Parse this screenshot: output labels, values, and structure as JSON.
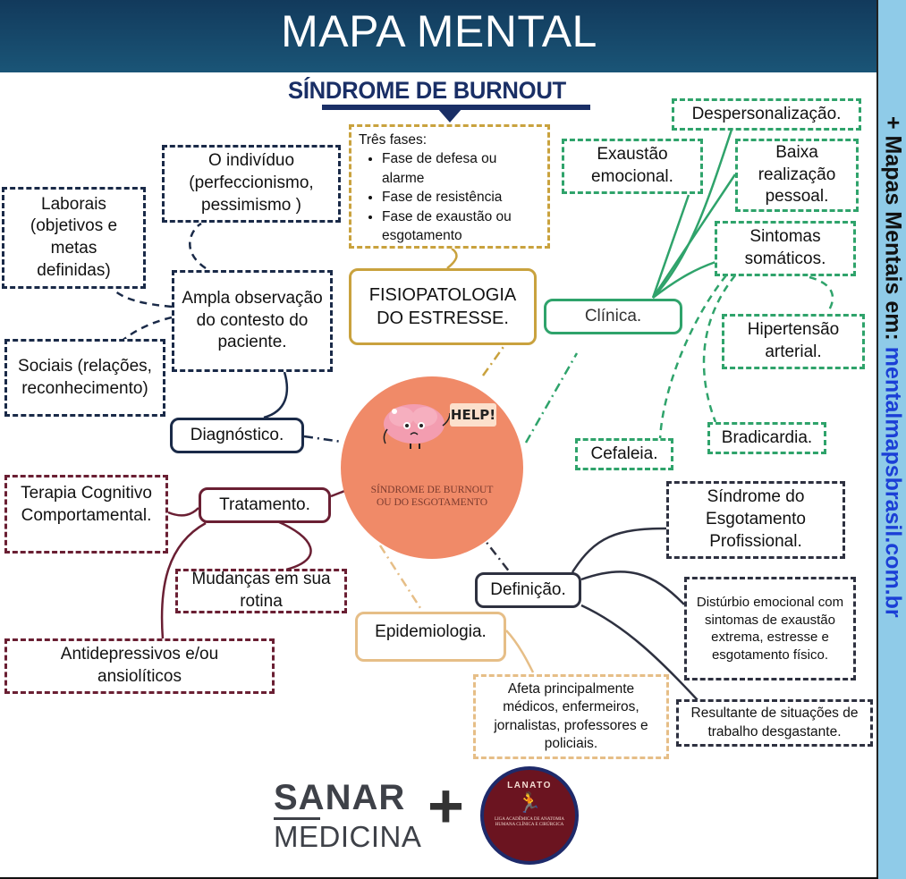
{
  "header": {
    "title": "MAPA MENTAL"
  },
  "subtitle": "SÍNDROME DE BURNOUT",
  "sidebar": {
    "prefix": "+ Mapas Mentais em: ",
    "url": "mentalmapsbrasil.com.br"
  },
  "center": {
    "help_sign": "HELP!",
    "label_line1": "SÍNDROME DE BURNOUT",
    "label_line2": "OU DO ESGOTAMENTO"
  },
  "branches": {
    "fisiopatologia": {
      "label": "FISIOPATOLOGIA DO ESTRESSE.",
      "phases": {
        "title": "Três fases:",
        "items": [
          "Fase de defesa ou alarme",
          "Fase de resistência",
          "Fase de exaustão ou esgotamento"
        ]
      }
    },
    "clinica": {
      "label": "Clínica.",
      "children": {
        "exaustao": "Exaustão emocional.",
        "despersonalizacao": "Despersonalização.",
        "baixa_realizacao": "Baixa realização pessoal.",
        "sintomas": "Sintomas somáticos.",
        "hipertensao": "Hipertensão arterial.",
        "cefaleia": "Cefaleia.",
        "bradicardia": "Bradicardia."
      }
    },
    "diagnostico": {
      "label": "Diagnóstico.",
      "ampla": "Ampla observação do contesto do paciente.",
      "individuo": "O indivíduo (perfeccionismo, pessimismo )",
      "laborais": "Laborais (objetivos e metas definidas)",
      "sociais": "Sociais (relações, reconhecimento)"
    },
    "tratamento": {
      "label": "Tratamento.",
      "terapia": "Terapia Cognitivo Comportamental.",
      "mudancas": "Mudanças em sua rotina",
      "antidepressivos": "Antidepressivos e/ou ansiolíticos"
    },
    "definicao": {
      "label": "Definição.",
      "sindrome": "Síndrome do Esgotamento Profissional.",
      "disturbio": "Distúrbio emocional com sintomas de exaustão extrema, estresse e esgotamento físico.",
      "resultante": "Resultante de situações de trabalho desgastante."
    },
    "epidemiologia": {
      "label": "Epidemiologia.",
      "afeta": "Afeta principalmente médicos, enfermeiros, jornalistas, professores e policiais."
    }
  },
  "footer": {
    "sanar_top": "SANAR",
    "sanar_bottom": "MEDICINA",
    "plus": "+",
    "lanato_title": "LANATO",
    "lanato_sub": "LIGA ACADÊMICA DE ANATOMIA HUMANA CLÍNICA E CIRÚRGICA"
  },
  "colors": {
    "header_bg": "#123a5c",
    "subtitle": "#1a2f66",
    "clinica": "#2fa36b",
    "fisiopatologia": "#c9a23e",
    "diagnostico": "#1a2a48",
    "tratamento": "#6a1f33",
    "definicao": "#2e3140",
    "epidemiologia": "#e6be87",
    "center": "#f08a68",
    "sidebar_bg": "#8fcbe8",
    "sidebar_url": "#1b3fd6"
  }
}
